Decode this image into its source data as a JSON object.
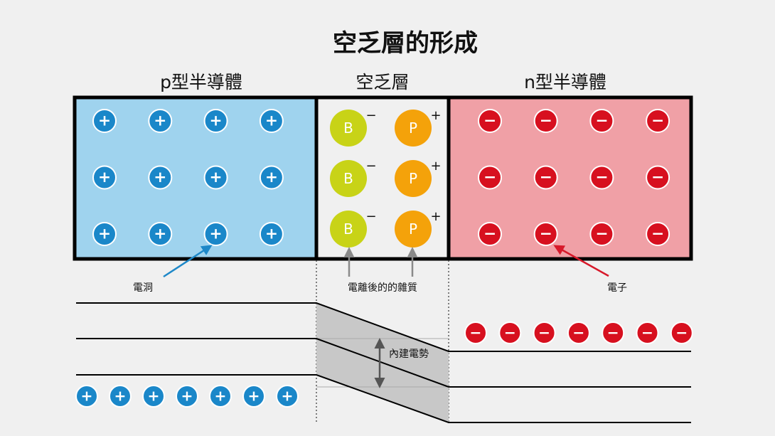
{
  "title": "空乏層的形成",
  "regions": {
    "p_label": "p型半導體",
    "depletion_label": "空乏層",
    "n_label": "n型半導體"
  },
  "colors": {
    "p_region": "#9fd3ee",
    "depletion_region": "#f0f0f0",
    "n_region": "#f0a0a6",
    "hole": "#1a87c9",
    "electron": "#d7101f",
    "boron": "#c8d317",
    "phosphorus": "#f4a20a",
    "band_fill": "#c8c8c8",
    "hole_arrow": "#1e88c8",
    "electron_arrow": "#d7192a",
    "impurity_arrow": "#8a8a8a"
  },
  "symbols": {
    "plus": "+",
    "minus": "−"
  },
  "impurities": {
    "acceptor": {
      "label": "B",
      "charge": "−"
    },
    "donor": {
      "label": "P",
      "charge": "+"
    },
    "rows": 3
  },
  "carriers": {
    "holes_grid": {
      "rows": 3,
      "cols": 4
    },
    "electrons_grid": {
      "rows": 3,
      "cols": 4
    },
    "holes_band_count": 7,
    "electrons_band_count": 7
  },
  "annotations": {
    "hole": "電洞",
    "ionized_impurity": "電離後的的雜質",
    "electron": "電子",
    "built_in_potential": "內建電勢"
  }
}
